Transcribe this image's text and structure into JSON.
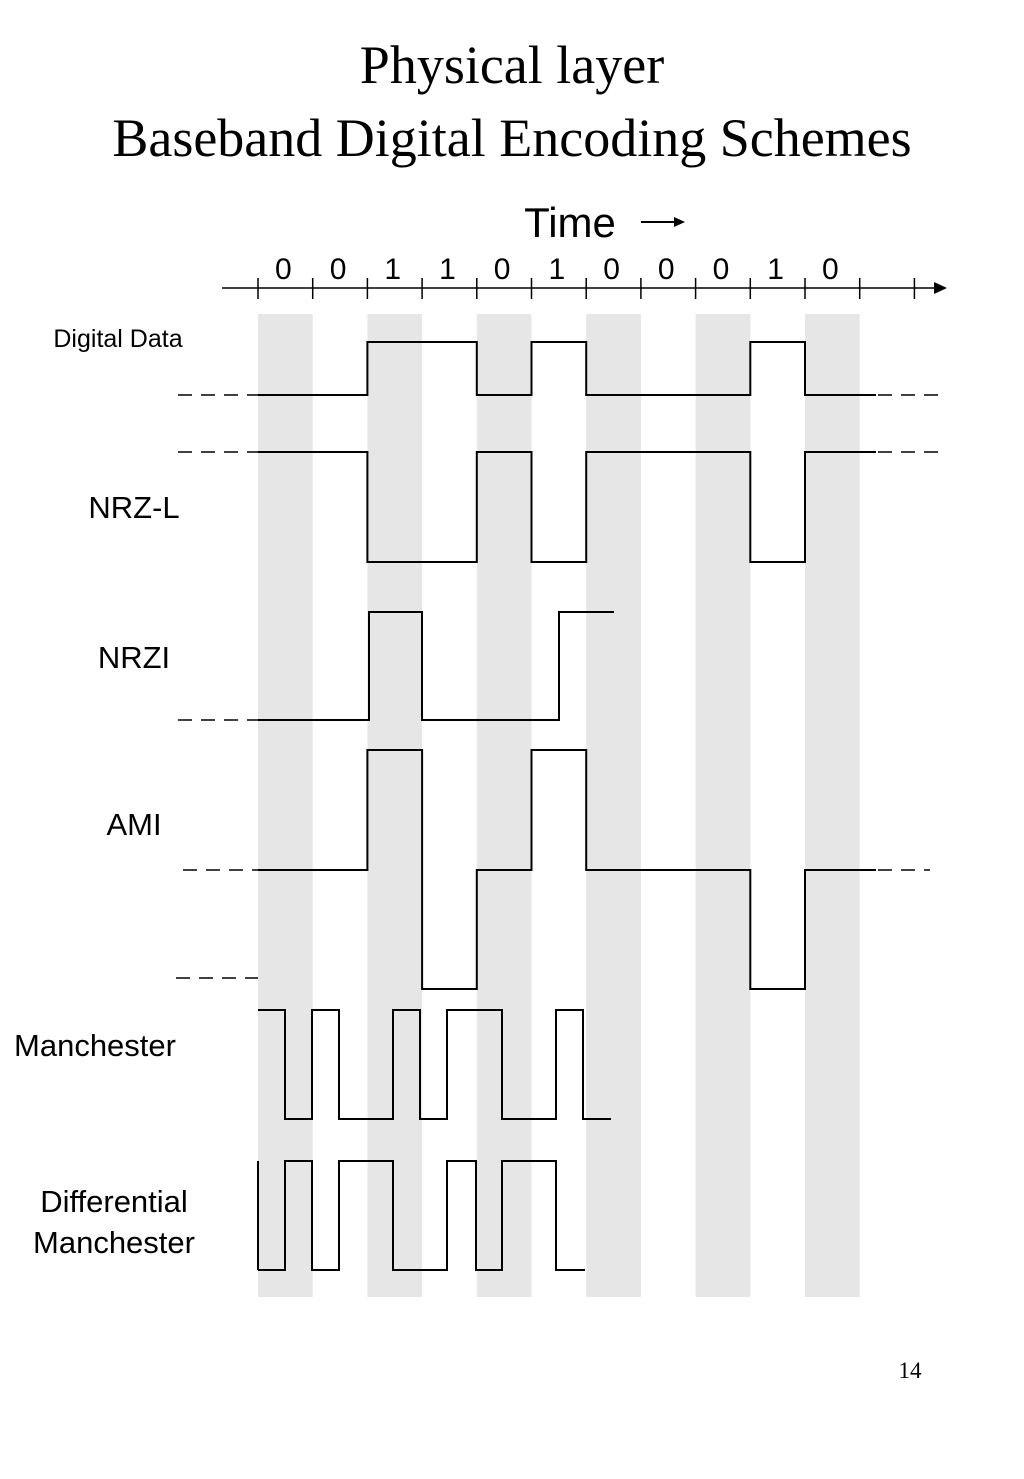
{
  "title": {
    "line1": "Physical layer",
    "line2": "Baseband Digital Encoding Schemes"
  },
  "time_label": "Time",
  "time_arrow_icon": "right-arrow-icon",
  "bits": [
    "0",
    "0",
    "1",
    "1",
    "0",
    "1",
    "0",
    "0",
    "0",
    "1",
    "0"
  ],
  "rows": [
    {
      "label_lines": [
        "Digital Data"
      ]
    },
    {
      "label_lines": [
        "NRZ-L"
      ]
    },
    {
      "label_lines": [
        "NRZI"
      ]
    },
    {
      "label_lines": [
        "AMI"
      ]
    },
    {
      "label_lines": [
        "Manchester"
      ]
    },
    {
      "label_lines": [
        "Differential",
        "Manchester"
      ]
    }
  ],
  "shade_color": "#e6e6e6",
  "line_color": "#000000",
  "page_number": "14"
}
